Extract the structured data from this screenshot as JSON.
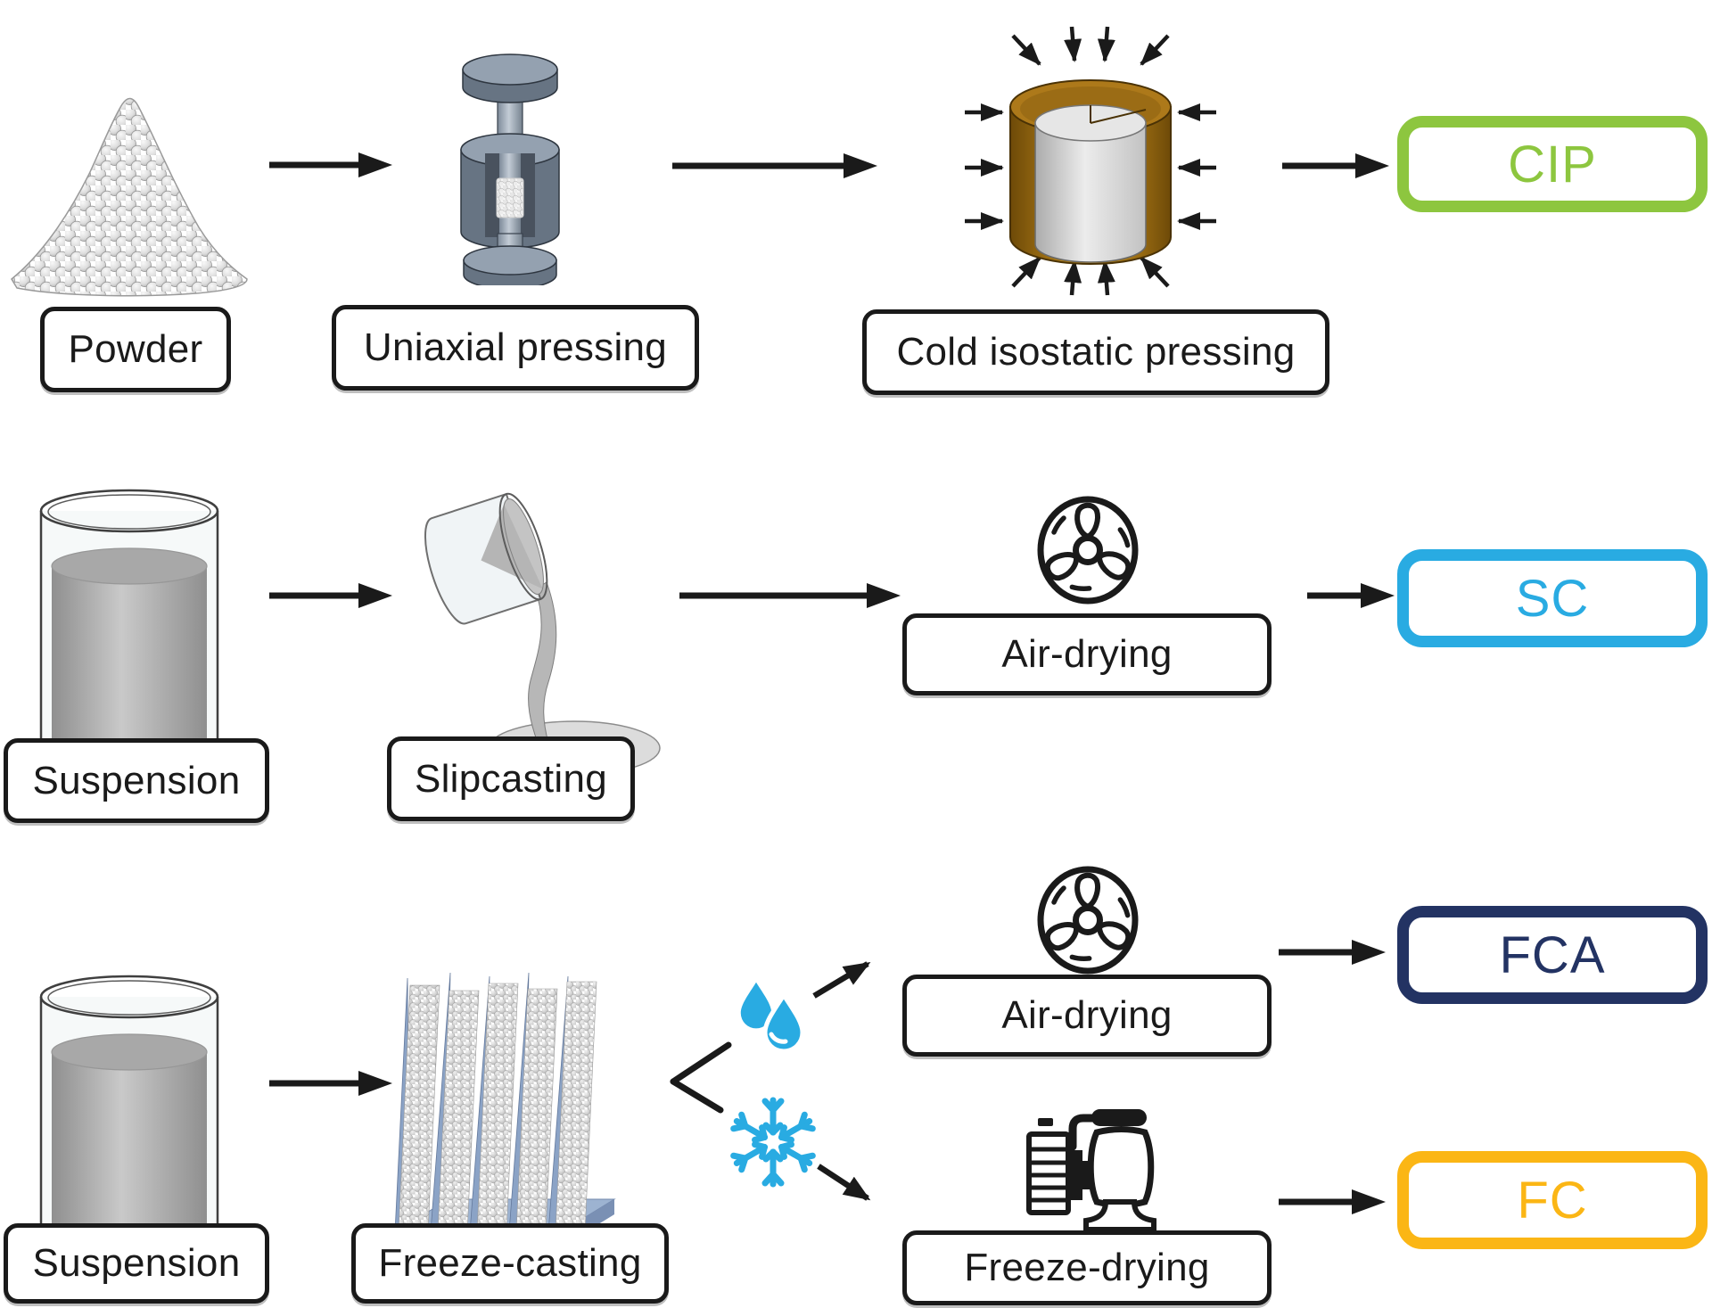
{
  "colors": {
    "cip_green": "#8DC63F",
    "sc_blue": "#29ABE2",
    "fca_navy": "#233363",
    "fc_yellow": "#FBB615",
    "icon_blue": "#29ABE2",
    "outline_black": "#1a1a1a",
    "mold_amber": "#AD791A",
    "ice_blue": "#8BA3C6"
  },
  "row1": {
    "step1_label": "Powder",
    "step2_label": "Uniaxial pressing",
    "step3_label": "Cold isostatic pressing",
    "result_label": "CIP"
  },
  "row2": {
    "step1_label": "Suspension",
    "step2_label": "Slipcasting",
    "step3_label": "Air-drying",
    "result_label": "SC"
  },
  "row3": {
    "step1_label": "Suspension",
    "step2_label": "Freeze-casting",
    "air_dry_label": "Air-drying",
    "freeze_dry_label": "Freeze-drying",
    "result_air_label": "FCA",
    "result_freeze_label": "FC"
  },
  "icons": {
    "powder_pile": "powder-pile-icon",
    "uniaxial_press": "uniaxial-press-icon",
    "cip_mold": "cold-isostatic-press-icon",
    "suspension_beaker": "suspension-beaker-icon",
    "slipcasting_pour": "slipcasting-pour-icon",
    "fan": "fan-icon",
    "freeze_cast_structure": "freeze-cast-structure-icon",
    "water_droplets": "water-droplets-icon",
    "snowflake": "snowflake-icon",
    "vacuum_pump": "vacuum-pump-icon",
    "arrow": "flow-arrow"
  }
}
